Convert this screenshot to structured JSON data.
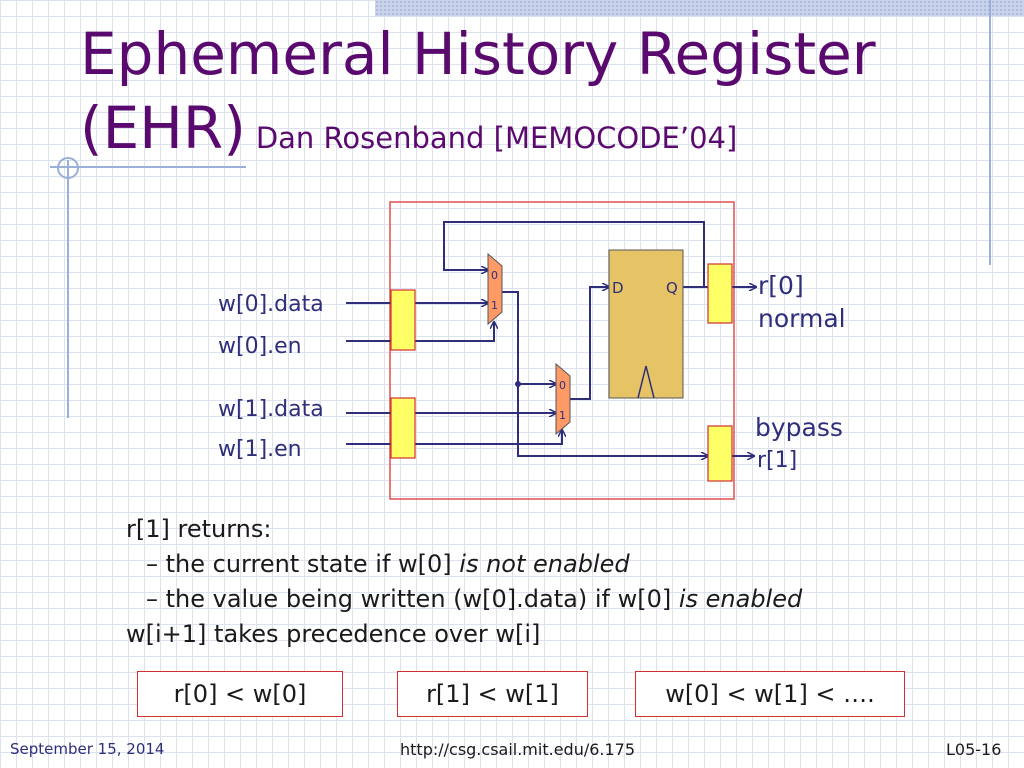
{
  "title": {
    "line1": "Ephemeral History Register",
    "line2": "(EHR)",
    "subtitle": "Dan Rosenband [MEMOCODE’04]"
  },
  "diagram": {
    "inputs": [
      "w[0].data",
      "w[0].en",
      "w[1].data",
      "w[1].en"
    ],
    "mux_labels": [
      "0",
      "1"
    ],
    "register_ports": {
      "d": "D",
      "q": "Q"
    },
    "outputs": {
      "r0": "r[0]",
      "r0_desc": "normal",
      "r1_desc": "bypass",
      "r1": "r[1]"
    }
  },
  "body": {
    "line1": "r[1] returns:",
    "line2_prefix": "– the current state if w[0] ",
    "line2_italic": "is not enabled",
    "line3_prefix": "– the value being written (w[0].data) if w[0] ",
    "line3_italic": "is enabled",
    "line4": "w[i+1] takes precedence over w[i]"
  },
  "boxes": [
    "r[0] < w[0]",
    "r[1] < w[1]",
    "w[0] < w[1] < …."
  ],
  "footer": {
    "date": "September 15, 2014",
    "url": "http://csg.csail.mit.edu/6.175",
    "slide": "L05-16"
  },
  "colors": {
    "title": "#5a0a6e",
    "wire": "#2e2e7a",
    "outer_box": "#e05050",
    "port": "#ffff66",
    "mux": "#ff9966",
    "register": "#e6c466"
  }
}
